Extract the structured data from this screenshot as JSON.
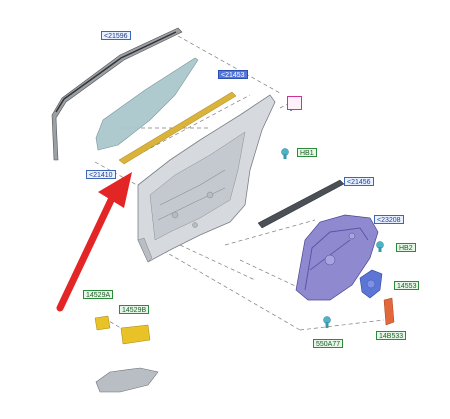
{
  "parts": {
    "roof_frame": {
      "code": "<21596"
    },
    "window_glass": {
      "code": "<21410"
    },
    "glass_run_seal": {
      "code": "<21453"
    },
    "window_clip": {
      "code": ""
    },
    "hinge_bolt": {
      "code": "HB1"
    },
    "belt_moulding": {
      "code": "<21456"
    },
    "regulator": {
      "code": "<23208"
    },
    "regulator_bolt": {
      "code": "HB2"
    },
    "regulator_motor": {
      "code": "14553"
    },
    "clip_a": {
      "code": "14529A"
    },
    "clip_b": {
      "code": "14529B"
    },
    "retainer": {
      "code": "550A77"
    },
    "connector": {
      "code": "14B533"
    }
  },
  "colors": {
    "leader_line": "#7d7d7d",
    "glass_fill": "#a9c6cc",
    "seal_yellow": "#d9b33a",
    "door_panel": "#cfd3d8",
    "regulator_purple": "#8f8ad0",
    "arrow_red": "#e32525",
    "connector_orange": "#e2673a",
    "label_blue": "#3b67b5",
    "label_green": "#2c8a3a",
    "label_magenta": "#cc3399"
  }
}
